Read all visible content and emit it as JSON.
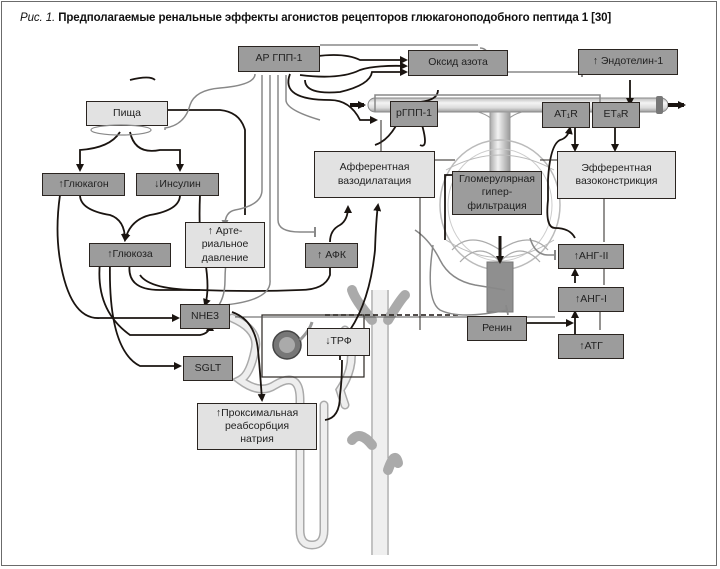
{
  "caption": {
    "figure_label": "Рис. 1.",
    "title": "Предполагаемые ренальные эффекты агонистов рецепторов глюкагоноподобного пептида 1 [30]"
  },
  "nodes": {
    "ar_glp1": "АР ГПП-1",
    "nitric_oxide": "Оксид азота",
    "endothelin": "↑ Эндотелин-1",
    "food": "Пища",
    "rglp1": "рГПП-1",
    "at1r": "AT₁R",
    "etar": "ETₐR",
    "glucagon": "↑Глюкагон",
    "insulin": "↓Инсулин",
    "afferent": [
      "Афферентная",
      "вазодилатация"
    ],
    "efferent": [
      "Эфферентная",
      "вазоконстрикция"
    ],
    "glomerular": [
      "Гломерулярная",
      "гипер-",
      "фильтрация"
    ],
    "glucose": "↑Глюкоза",
    "blood_pressure": [
      "↑ Арте-",
      "риальное",
      "давление"
    ],
    "afk": "↑ АФК",
    "ang2": "↑АНГ-II",
    "ang1": "↑АНГ-I",
    "nhe3": "NHE3",
    "trf": "↓ТРФ",
    "renin": "Ренин",
    "atg": "↑АТГ",
    "sglt": "SGLT",
    "proximal": [
      "↑Проксимальная",
      "реабсорбция",
      "натрия"
    ]
  }
}
